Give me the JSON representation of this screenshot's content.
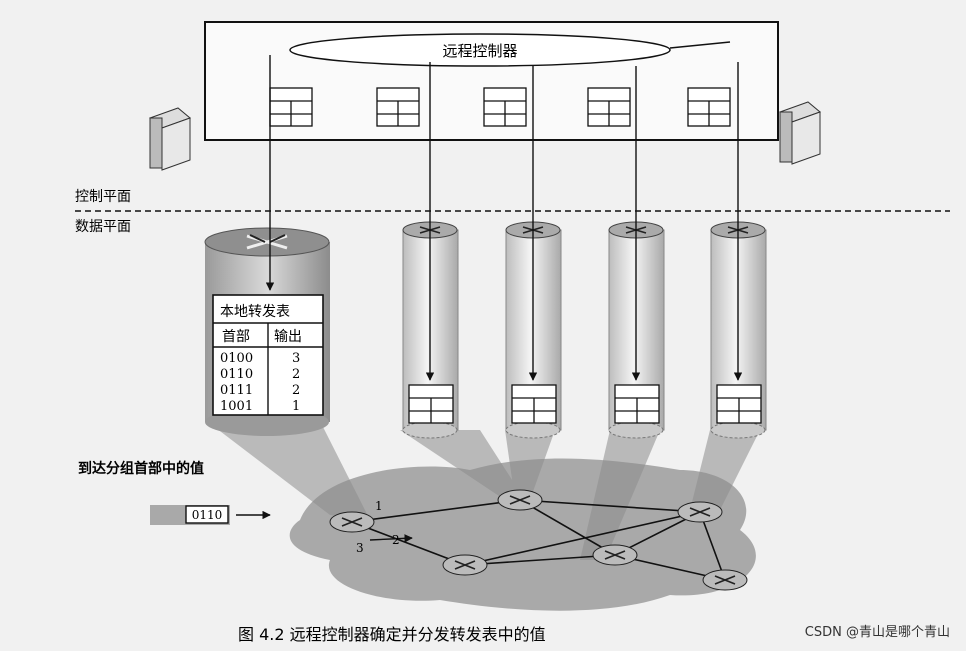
{
  "diagram": {
    "controller_label": "远程控制器",
    "control_plane_label": "控制平面",
    "data_plane_label": "数据平面",
    "table": {
      "title": "本地转发表",
      "col_header": "首部",
      "col_output": "输出",
      "rows": [
        {
          "header": "0100",
          "output": "3"
        },
        {
          "header": "0110",
          "output": "2"
        },
        {
          "header": "0111",
          "output": "2"
        },
        {
          "header": "1001",
          "output": "1"
        }
      ]
    },
    "arrival_label": "到达分组首部中的值",
    "packet_value": "0110",
    "port_labels": [
      "1",
      "2",
      "3"
    ],
    "caption": "图 4.2    远程控制器确定并分发转发表中的值",
    "watermark": "CSDN @青山是哪个青山"
  }
}
